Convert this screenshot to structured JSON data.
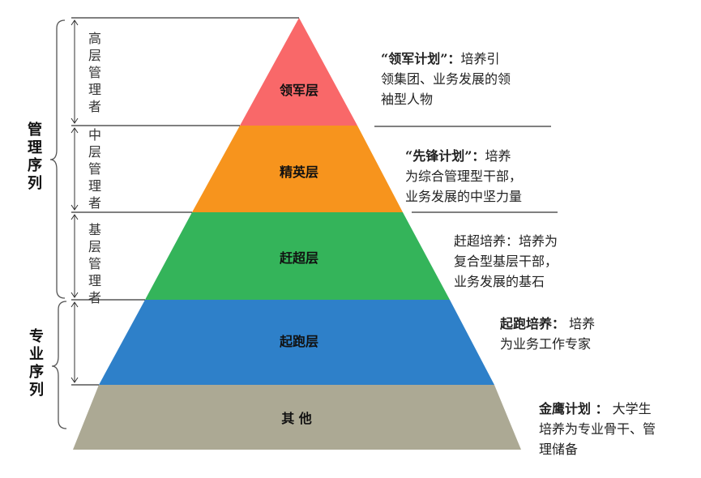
{
  "categories": {
    "management": "管理序列",
    "professional": "专业序列"
  },
  "levels": [
    {
      "id": "senior",
      "text": "高层管理者"
    },
    {
      "id": "middle",
      "text": "中层管理者"
    },
    {
      "id": "basic",
      "text": "基层管理者"
    }
  ],
  "tiers": [
    {
      "id": "leader",
      "label": "领军层",
      "color": "#f96869"
    },
    {
      "id": "elite",
      "label": "精英层",
      "color": "#f7941d"
    },
    {
      "id": "catchup",
      "label": "赶超层",
      "color": "#34b45a"
    },
    {
      "id": "startup",
      "label": "起跑层",
      "color": "#2e80c9"
    },
    {
      "id": "other",
      "label": "其 他",
      "color": "#aca994"
    }
  ],
  "descriptions": [
    {
      "id": "leader",
      "title": "“领军计划”",
      "sep": "：",
      "lines": [
        "培养引",
        "领集团、业务发展的领",
        "袖型人物"
      ]
    },
    {
      "id": "elite",
      "title": "“先锋计划”",
      "sep": "：",
      "lines": [
        "培养",
        "为综合管理型干部，",
        "业务发展的中坚力量"
      ]
    },
    {
      "id": "catchup",
      "title": "",
      "sep": "",
      "lines": [
        "赶超培养：培养为",
        "复合型基层干部，",
        "业务发展的基石"
      ]
    },
    {
      "id": "startup",
      "title": "起跑培养",
      "sep": "：",
      "lines": [
        " 培养",
        "为业务工作专家"
      ]
    },
    {
      "id": "other",
      "title": "金鹰计划",
      "sep": " ：",
      "lines": [
        " 大学生",
        "培养为专业骨干、管",
        "理储备"
      ]
    }
  ]
}
